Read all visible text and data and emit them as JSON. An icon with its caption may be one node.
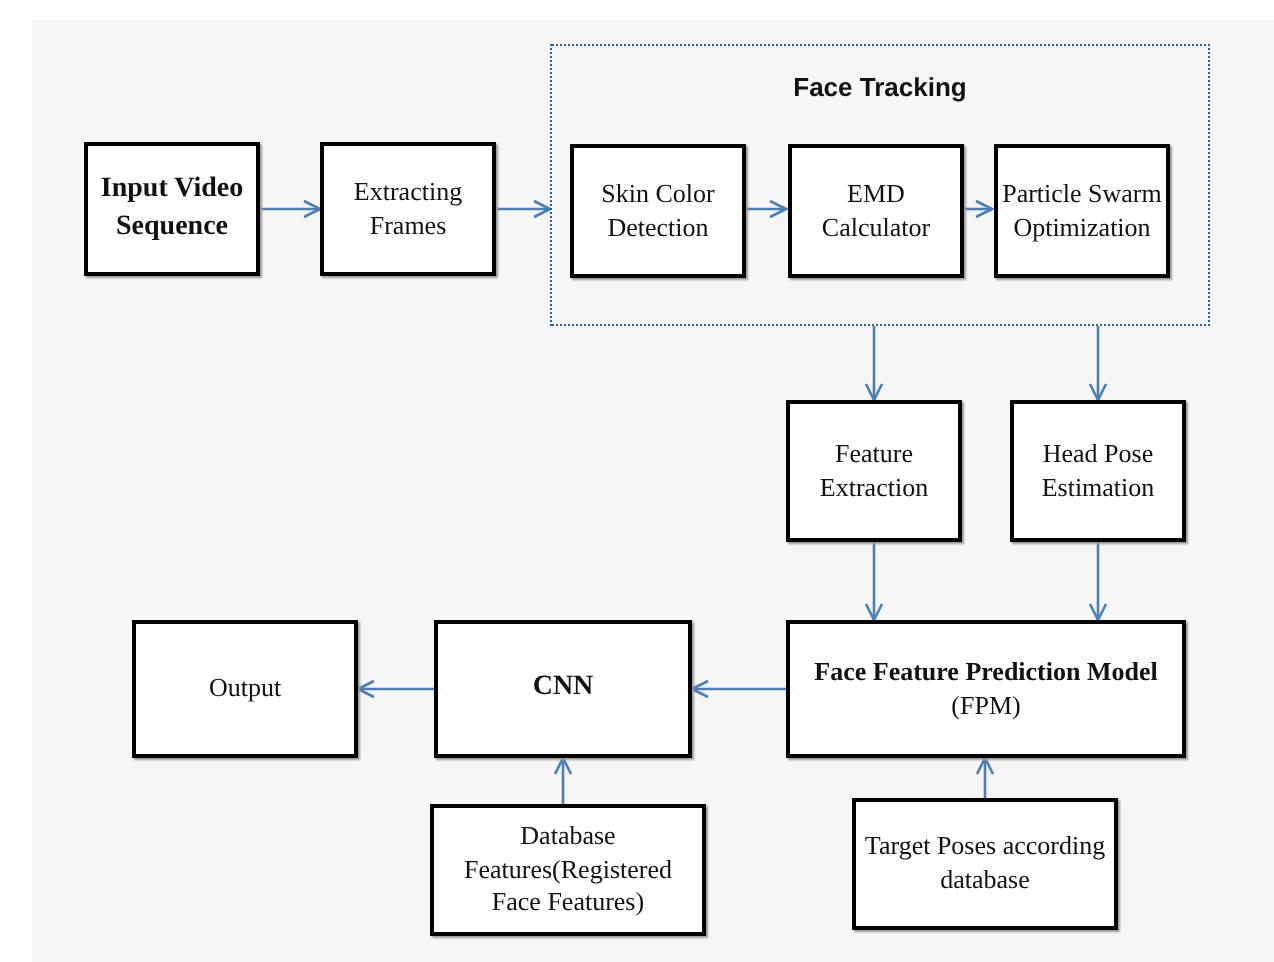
{
  "diagram": {
    "nodes": [
      {
        "text": [
          "Input Video Sequence"
        ]
      },
      {
        "text": [
          "Extracting Frames"
        ]
      },
      {
        "text": [
          "Face Tracking"
        ]
      },
      {
        "text": [
          "Skin Color Detection"
        ],
        "in": 2
      },
      {
        "text": [
          "EMD Calculator"
        ],
        "in": 2
      },
      {
        "text": [
          "Particle Swarm Optimization"
        ],
        "in": 2
      },
      {
        "text": [
          "Feature Extraction"
        ]
      },
      {
        "text": [
          "Head Pose Estimation"
        ]
      },
      {
        "text": [
          "Output"
        ]
      },
      {
        "text": [
          "CNN"
        ]
      },
      {
        "text": [
          "**Face Feature Prediction Model** (FPM)"
        ]
      },
      {
        "text": [
          "Database Features(Registered Face Features)"
        ]
      },
      {
        "text": [
          "Target Poses according database"
        ]
      }
    ],
    "edges": [
      {
        "from": 0,
        "to": 1,
        "arrow": "to"
      },
      {
        "from": 1,
        "to": 2,
        "arrow": "to"
      },
      {
        "from": 3,
        "to": 4,
        "arrow": "to"
      },
      {
        "from": 4,
        "to": 5,
        "arrow": "to"
      },
      {
        "from": 2,
        "to": 6,
        "arrow": "to"
      },
      {
        "from": 2,
        "to": 7,
        "arrow": "to"
      },
      {
        "from": 6,
        "to": 10,
        "arrow": "to"
      },
      {
        "from": 7,
        "to": 10,
        "arrow": "to"
      },
      {
        "from": 10,
        "to": 9,
        "arrow": "to"
      },
      {
        "from": 9,
        "to": 8,
        "arrow": "to"
      },
      {
        "from": 11,
        "to": 9,
        "arrow": "to"
      },
      {
        "from": 12,
        "to": 10,
        "arrow": "to"
      }
    ]
  }
}
